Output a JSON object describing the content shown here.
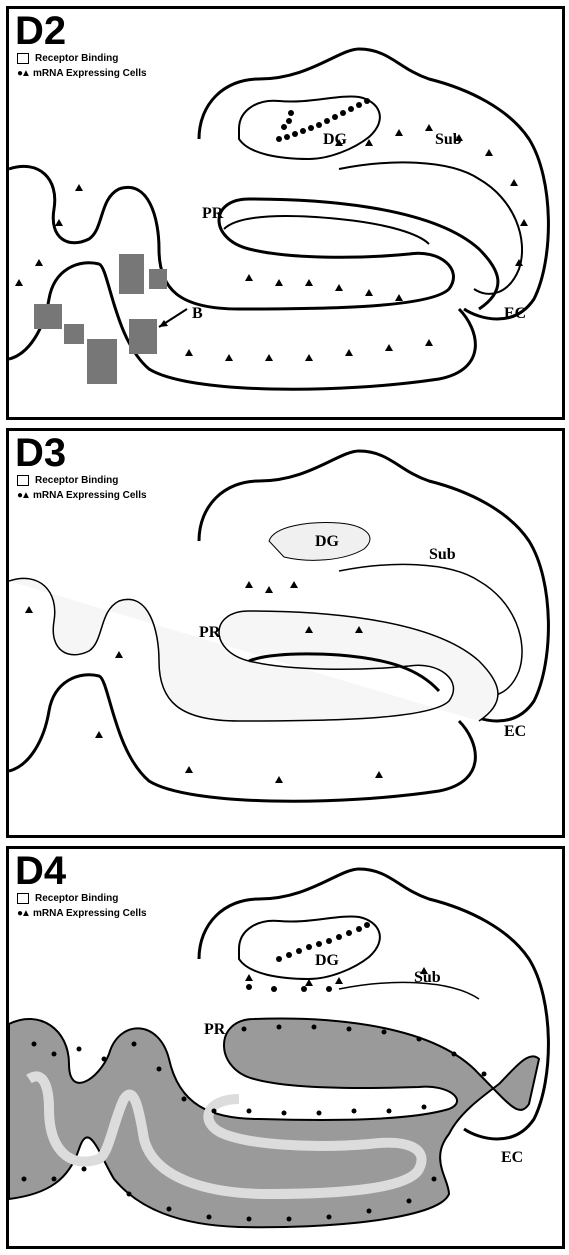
{
  "panels": [
    {
      "title": "D2",
      "legend": {
        "binding": "Receptor Binding",
        "mrna": "mRNA Expressing Cells"
      },
      "labels": {
        "dg": "DG",
        "sub": "Sub",
        "pr": "PR",
        "ec": "EC",
        "b": "B"
      }
    },
    {
      "title": "D3",
      "legend": {
        "binding": "Receptor Binding",
        "mrna": "mRNA Expressing Cells"
      },
      "labels": {
        "dg": "DG",
        "sub": "Sub",
        "pr": "PR",
        "ec": "EC"
      }
    },
    {
      "title": "D4",
      "legend": {
        "binding": "Receptor Binding",
        "mrna": "mRNA Expressing Cells"
      },
      "labels": {
        "dg": "DG",
        "sub": "Sub",
        "pr": "PR",
        "ec": "EC"
      }
    }
  ],
  "glyphs": {
    "legend_marker": "●▲"
  },
  "colors": {
    "ink": "#000000",
    "light_fill": "#eeeeee",
    "dark_fill": "#8a8a8a",
    "band_fill": "#9a9a9a"
  }
}
